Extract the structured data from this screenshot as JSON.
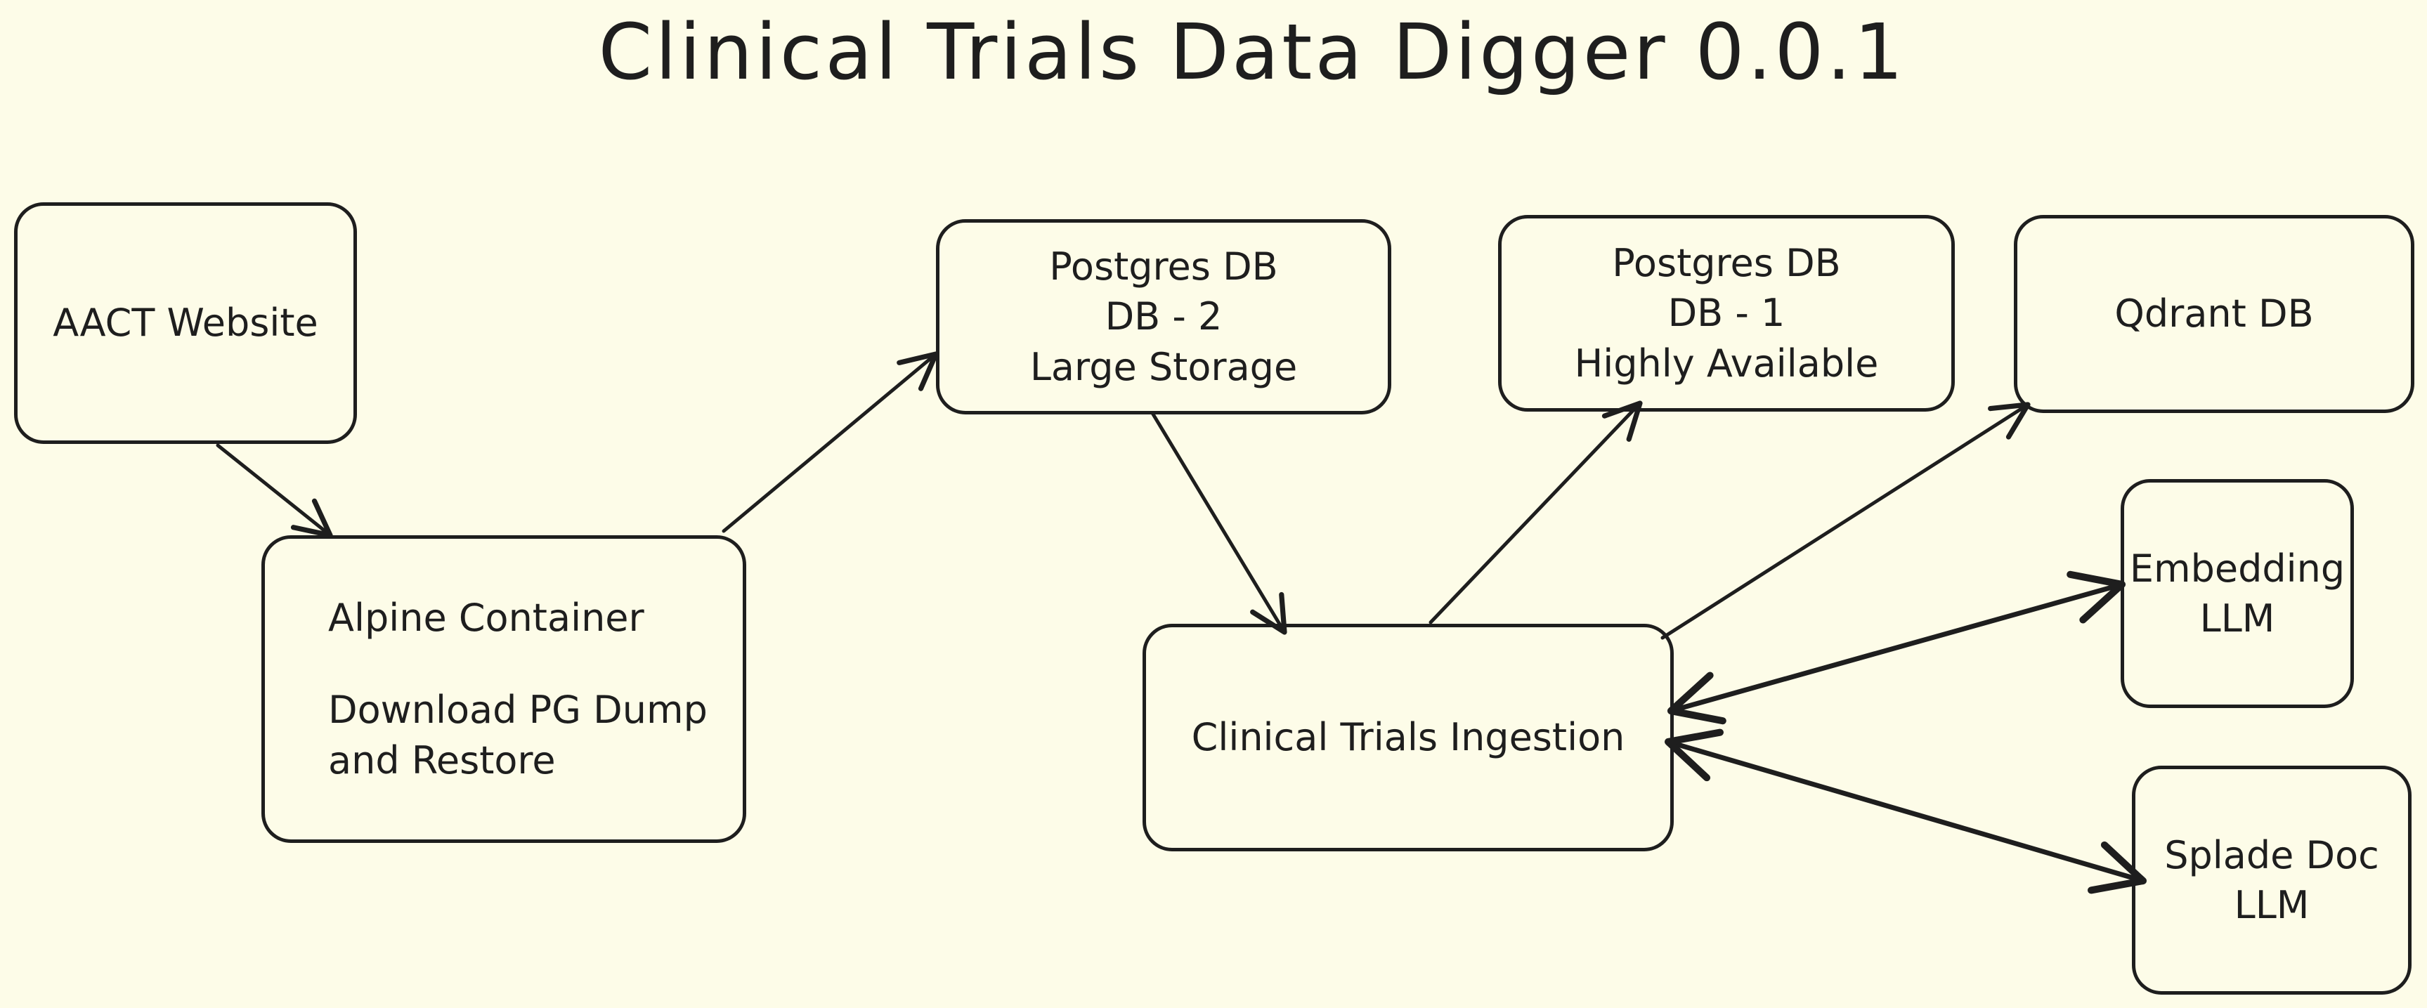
{
  "diagram": {
    "title": "Clinical Trials Data Digger 0.0.1",
    "nodes": {
      "aact_website": {
        "lines": [
          "AACT Website"
        ]
      },
      "alpine_container": {
        "lines": [
          "Alpine Container",
          "",
          "Download PG Dump",
          "and Restore"
        ]
      },
      "postgres_db2": {
        "lines": [
          "Postgres DB",
          "DB - 2",
          "Large Storage"
        ]
      },
      "postgres_db1": {
        "lines": [
          "Postgres DB",
          "DB - 1",
          "Highly Available"
        ]
      },
      "qdrant_db": {
        "lines": [
          "Qdrant DB"
        ]
      },
      "embedding_llm": {
        "lines": [
          "Embedding",
          "LLM"
        ]
      },
      "splade_doc_llm": {
        "lines": [
          "Splade Doc",
          "LLM"
        ]
      },
      "clinical_ingestion": {
        "lines": [
          "Clinical Trials Ingestion"
        ]
      }
    },
    "edges": [
      {
        "from": "aact_website",
        "to": "alpine_container",
        "style": "arrow"
      },
      {
        "from": "alpine_container",
        "to": "postgres_db2",
        "style": "arrow"
      },
      {
        "from": "postgres_db2",
        "to": "clinical_ingestion",
        "style": "arrow"
      },
      {
        "from": "clinical_ingestion",
        "to": "postgres_db1",
        "style": "arrow"
      },
      {
        "from": "clinical_ingestion",
        "to": "qdrant_db",
        "style": "arrow"
      },
      {
        "from": "clinical_ingestion",
        "to": "embedding_llm",
        "style": "bidirectional"
      },
      {
        "from": "clinical_ingestion",
        "to": "splade_doc_llm",
        "style": "bidirectional"
      }
    ],
    "colors": {
      "background": "#fdfce8",
      "stroke": "#1e1e1e"
    }
  }
}
